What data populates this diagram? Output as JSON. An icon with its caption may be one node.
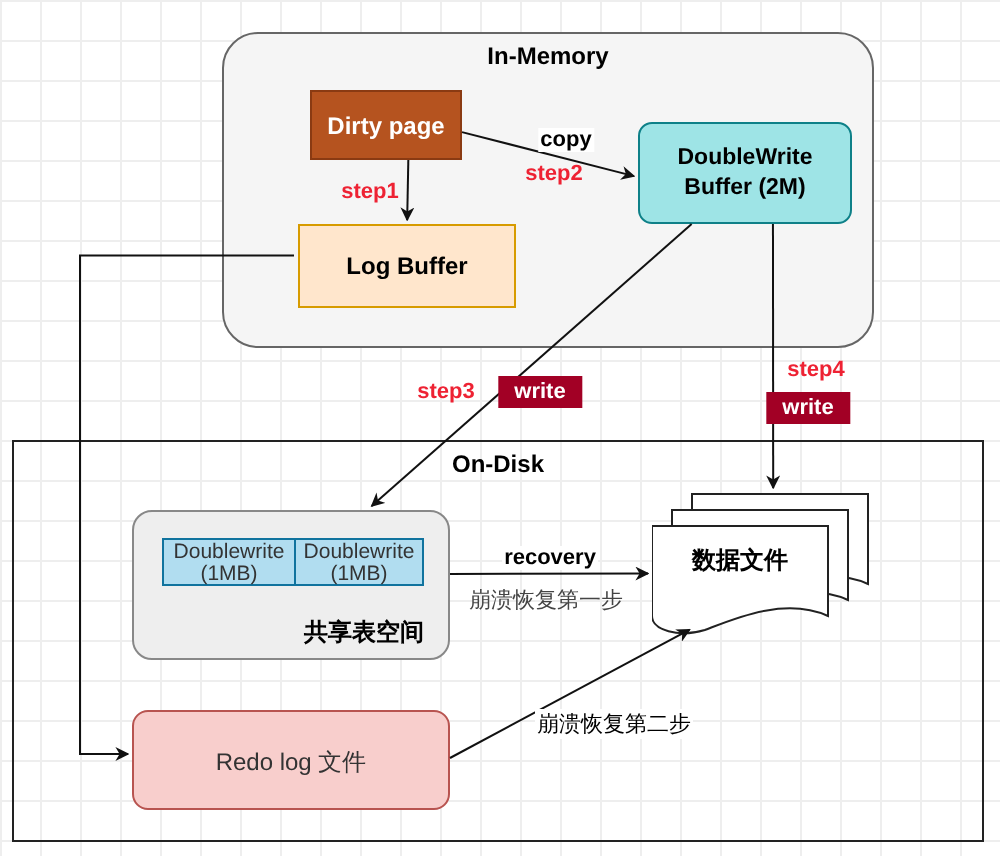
{
  "diagram": {
    "nodes": [
      {
        "text": [
          "In-Memory"
        ]
      },
      {
        "text": [
          "Dirty page"
        ],
        "in": 0
      },
      {
        "text": [
          "Log Buffer"
        ],
        "in": 0
      },
      {
        "text": [
          "DoubleWrite Buffer (2M)"
        ],
        "in": 0
      },
      {
        "text": [
          "On-Disk"
        ]
      },
      {
        "text": [
          "共享表空间"
        ],
        "in": 4
      },
      {
        "text": [
          "Doublewrite (1MB)"
        ],
        "in": 5
      },
      {
        "text": [
          "Doublewrite (1MB)"
        ],
        "in": 5
      },
      {
        "text": [
          "数据文件"
        ],
        "in": 4
      },
      {
        "text": [
          "Redo log 文件"
        ],
        "in": 4
      }
    ],
    "edges": [
      {
        "from": 1,
        "to": 2,
        "arrow": "to"
      },
      {
        "from": 1,
        "to": 3,
        "arrow": "to",
        "label": "copy"
      },
      {
        "from": 2,
        "to": 9,
        "arrow": "to"
      },
      {
        "from": 3,
        "to": 5,
        "arrow": "to",
        "label": "write"
      },
      {
        "from": 3,
        "to": 8,
        "arrow": "to",
        "label": "write"
      },
      {
        "from": 5,
        "to": 8,
        "arrow": "to",
        "label": "recovery"
      },
      {
        "from": 9,
        "to": 8,
        "arrow": "to",
        "label": "崩溃恢复第二步"
      }
    ],
    "labels": [
      "step1",
      "step2",
      "step3",
      "step4",
      "崩溃恢复第一步"
    ]
  }
}
